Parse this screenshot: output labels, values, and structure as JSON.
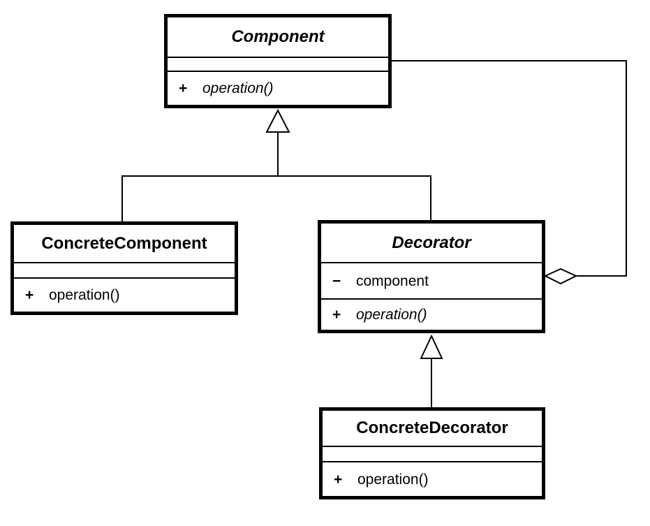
{
  "diagram": {
    "type": "uml-class-diagram",
    "background_color": "#ffffff",
    "line_color": "#000000",
    "text_color": "#000000",
    "classes": [
      {
        "name": "Component",
        "abstract": true,
        "attributes": [],
        "methods": [
          {
            "visibility": "+",
            "signature": "operation()",
            "abstract": true
          }
        ]
      },
      {
        "name": "ConcreteComponent",
        "abstract": false,
        "attributes": [],
        "methods": [
          {
            "visibility": "+",
            "signature": "operation()",
            "abstract": false
          }
        ]
      },
      {
        "name": "Decorator",
        "abstract": true,
        "attributes": [
          {
            "visibility": "−",
            "name": "component"
          }
        ],
        "methods": [
          {
            "visibility": "+",
            "signature": "operation()",
            "abstract": true
          }
        ]
      },
      {
        "name": "ConcreteDecorator",
        "abstract": false,
        "attributes": [],
        "methods": [
          {
            "visibility": "+",
            "signature": "operation()",
            "abstract": false
          }
        ]
      }
    ],
    "relationships": [
      {
        "type": "generalization",
        "from": "ConcreteComponent",
        "to": "Component"
      },
      {
        "type": "generalization",
        "from": "Decorator",
        "to": "Component"
      },
      {
        "type": "generalization",
        "from": "ConcreteDecorator",
        "to": "Decorator"
      },
      {
        "type": "aggregation",
        "owner": "Decorator",
        "part": "Component"
      }
    ]
  }
}
